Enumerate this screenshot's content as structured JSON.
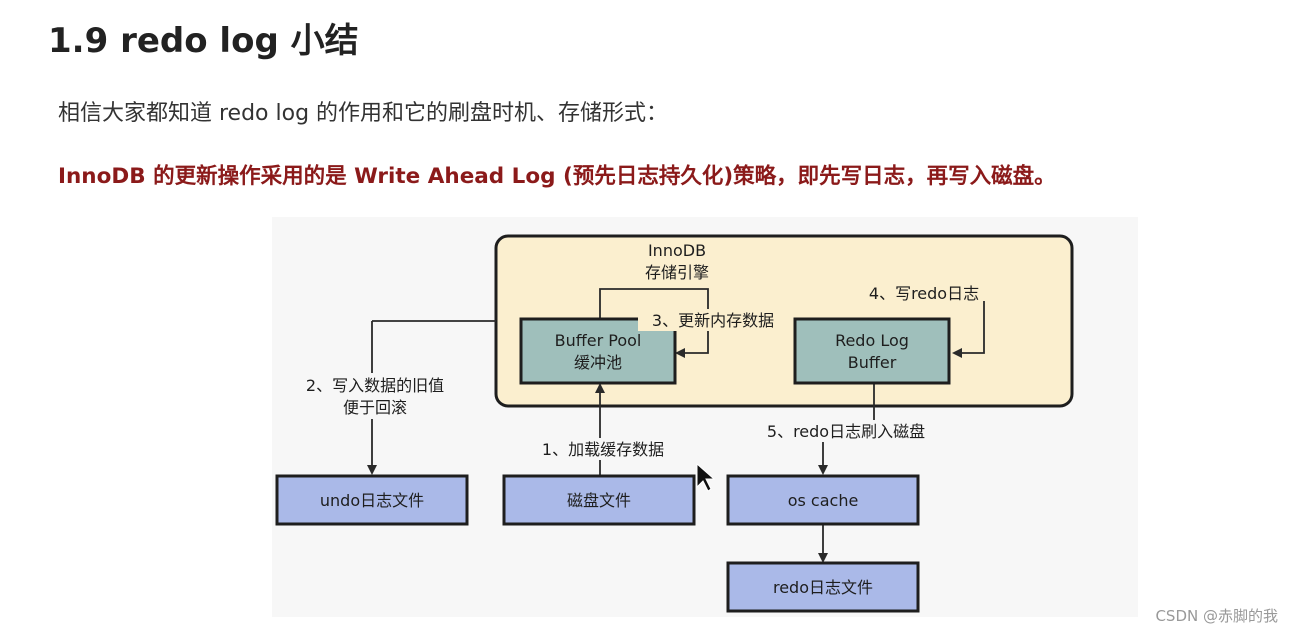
{
  "heading": "1.9 redo log 小结",
  "intro": "相信大家都知道 redo log 的作用和它的刷盘时机、存储形式：",
  "highlight": "InnoDB 的更新操作采用的是 Write Ahead Log (预先日志持久化)策略，即先写日志，再写入磁盘。",
  "diagram": {
    "engine_title_1": "InnoDB",
    "engine_title_2": "存储引擎",
    "buffer_pool_1": "Buffer Pool",
    "buffer_pool_2": "缓冲池",
    "redo_buffer_1": "Redo Log",
    "redo_buffer_2": "Buffer",
    "undo_file": "undo日志文件",
    "disk_file": "磁盘文件",
    "os_cache": "os cache",
    "redo_file": "redo日志文件",
    "step1": "1、加载缓存数据",
    "step2_1": "2、写入数据的旧值",
    "step2_2": "便于回滚",
    "step3": "3、更新内存数据",
    "step4": "4、写redo日志",
    "step5": "5、redo日志刷入磁盘"
  },
  "colors": {
    "engine_fill": "#fbefcf",
    "memory_box_fill": "#9fbfbb",
    "file_box_fill": "#aab9e8",
    "highlight_text": "#8b1a1a"
  },
  "watermark": "CSDN @赤脚的我"
}
